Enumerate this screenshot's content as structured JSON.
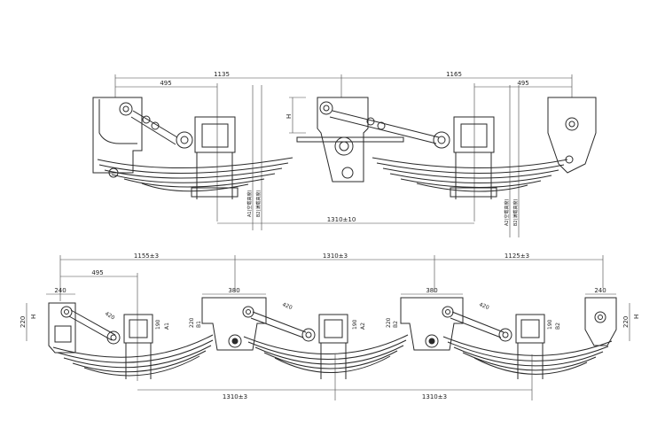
{
  "top_view": {
    "dim_left_span": "1135",
    "dim_right_span": "1165",
    "dim_left_bracket": "495",
    "dim_right_bracket": "495",
    "dim_axle_spacing": "1310±10",
    "h_label": "H",
    "a1_label": "A1(空载高度)",
    "b2_label_left": "B2(满载高度)",
    "a2_label": "A2(空载高度)",
    "b2_label_right": "B2(满载高度)"
  },
  "bottom_view": {
    "dim_left_span": "1155±3",
    "dim_mid_span": "1310±3",
    "dim_right_span": "1125±3",
    "dim_left_bracket": "495",
    "dim_front_hanger_width": "240",
    "dim_rear_hanger_width": "240",
    "dim_mid_hanger_1": "380",
    "dim_mid_hanger_2": "380",
    "dim_rod_1": "420",
    "dim_rod_2": "420",
    "dim_rod_3": "420",
    "dim_h_left": "220",
    "dim_h_right": "220",
    "dim_h_mid1": "220",
    "dim_h_mid2": "220",
    "dim_190_1": "190",
    "dim_190_2": "190",
    "dim_190_3": "190",
    "h": "H",
    "a1": "A1",
    "a2": "A2",
    "b1": "B1",
    "b2": "B2",
    "dim_axle_1": "1310±3",
    "dim_axle_2": "1310±3"
  }
}
